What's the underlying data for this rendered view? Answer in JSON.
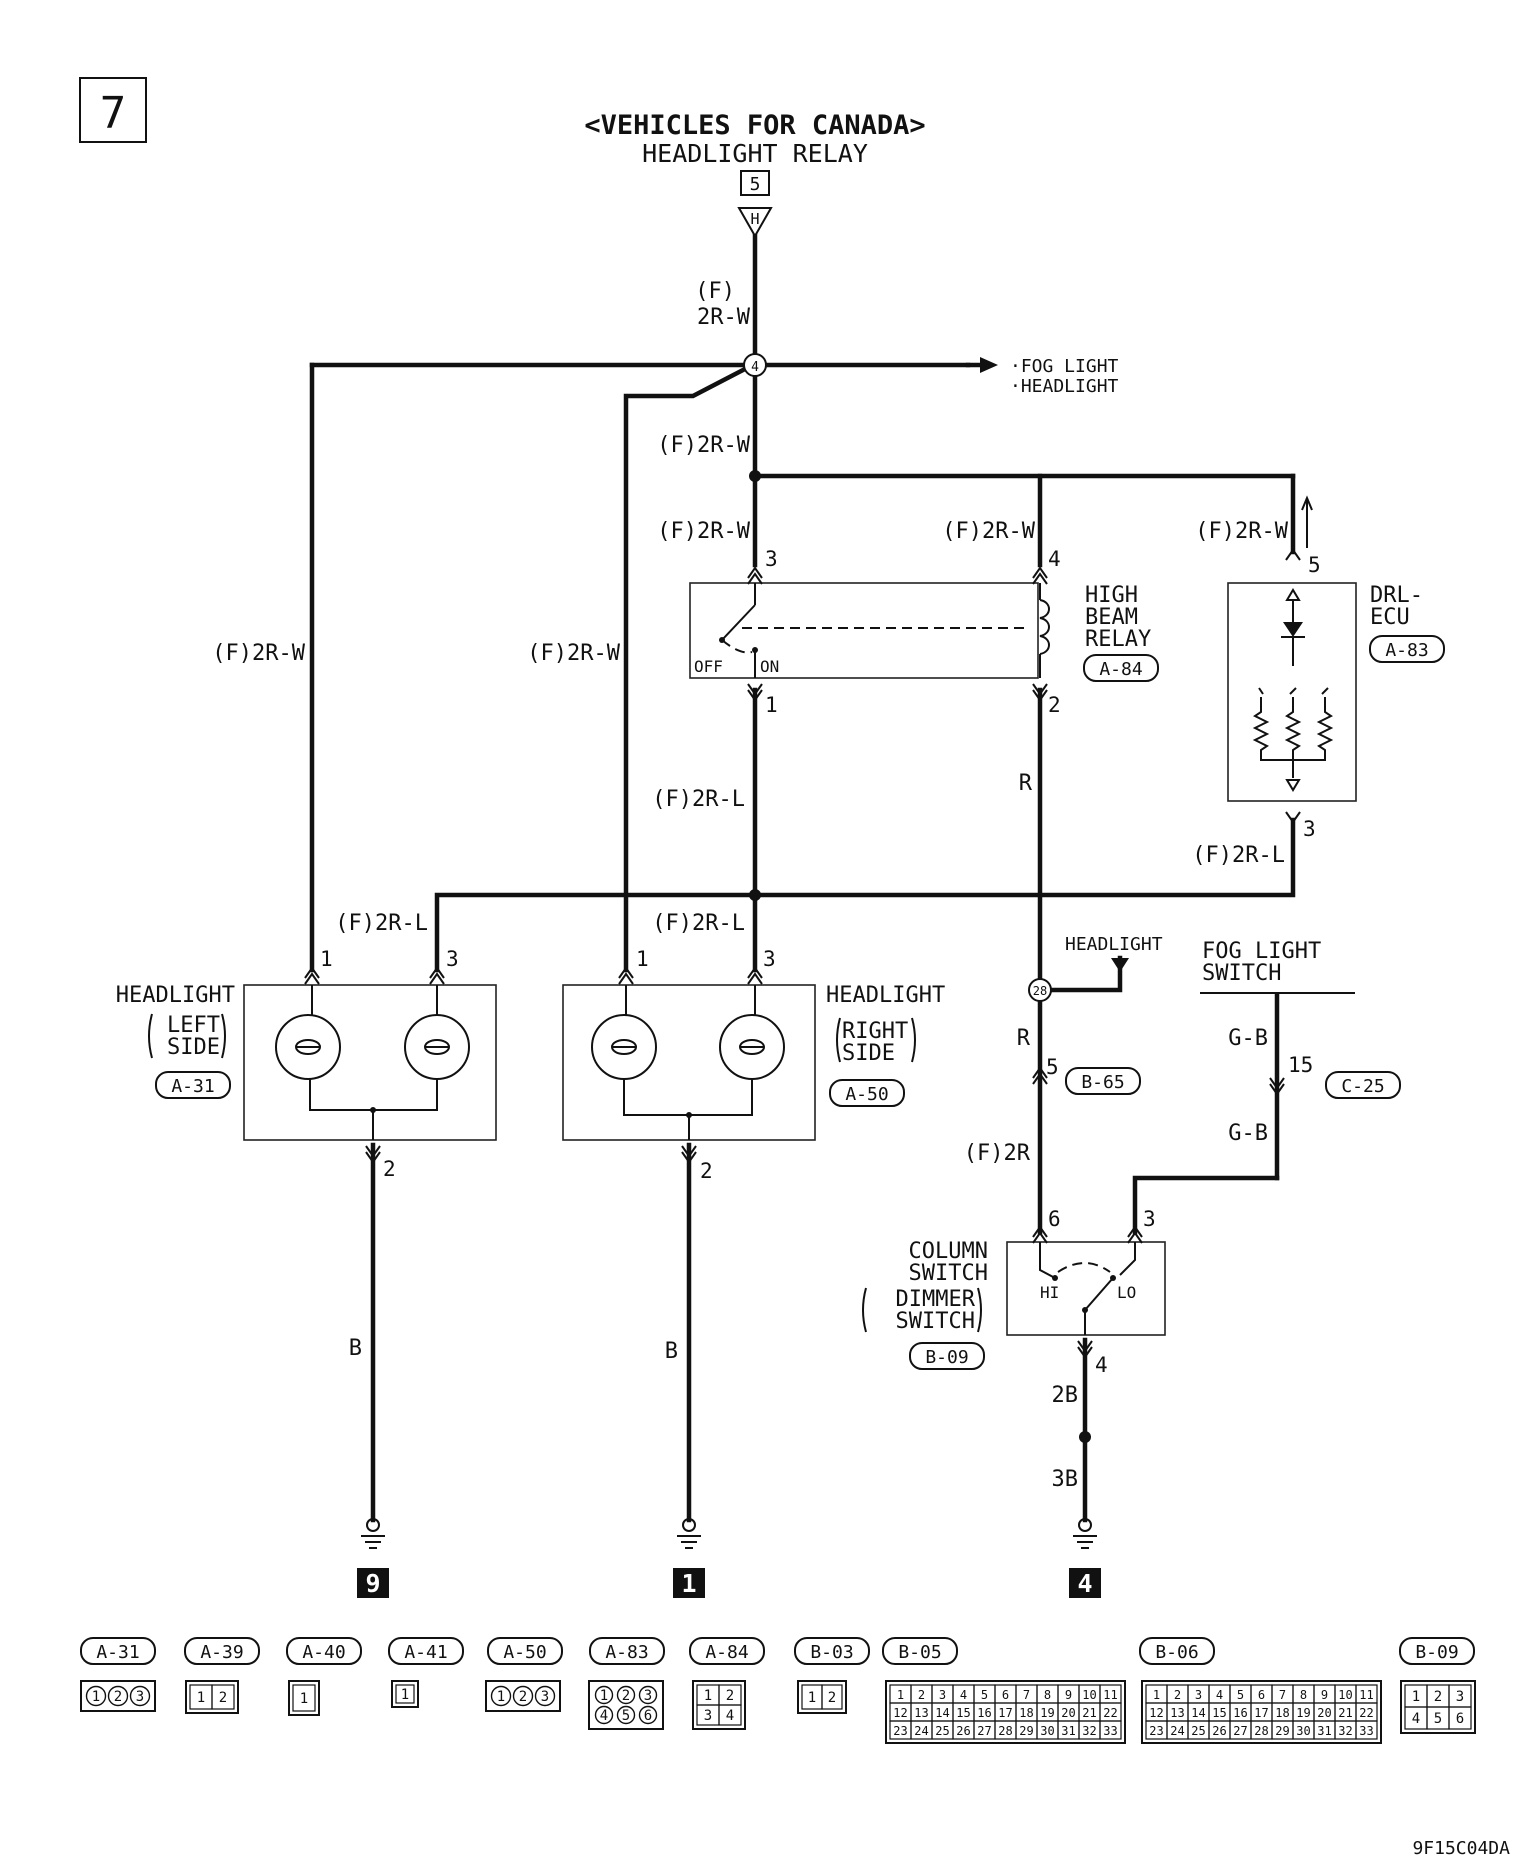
{
  "page_number": "7",
  "title": "<VEHICLES FOR CANADA>",
  "subtitle": "HEADLIGHT RELAY",
  "source_ref": "5",
  "source_connector": "H",
  "footer_code": "9F15C04DA",
  "wires": {
    "top": "(F)",
    "top2": "2R-W",
    "branch_left": "(F)2R-W",
    "branch_mid": "(F)2R-W",
    "main_upper": "(F)2R-W",
    "main_relay3": "(F)2R-W",
    "relay4": "(F)2R-W",
    "drl5": "(F)2R-W",
    "relay1_down": "(F)2R-L",
    "relay2_down": "R",
    "drl3": "(F)2R-L",
    "left_pin3": "(F)2R-L",
    "right_pin3": "(F)2R-L",
    "junction28_down": "R",
    "b65_down": "(F)2R",
    "fog_up": "G-B",
    "fog_down": "G-B",
    "col4_upper": "2B",
    "col4_lower": "3B",
    "left_ground": "B",
    "right_ground": "B"
  },
  "junctions": {
    "j4": "4",
    "j28": "28"
  },
  "arrow_targets": [
    "·FOG LIGHT",
    "·HEADLIGHT"
  ],
  "components": {
    "high_beam_relay": {
      "line1": "HIGH",
      "line2": "BEAM",
      "line3": "RELAY",
      "code": "A-84",
      "off": "OFF",
      "on": "ON",
      "pins": [
        "3",
        "4",
        "1",
        "2"
      ]
    },
    "drl_ecu": {
      "line1": "DRL-",
      "line2": "ECU",
      "code": "A-83",
      "pins": [
        "5",
        "3"
      ]
    },
    "headlight_left": {
      "line1": "HEADLIGHT",
      "line2": "LEFT",
      "line3": "SIDE",
      "code": "A-31",
      "pins": [
        "1",
        "3",
        "2"
      ]
    },
    "headlight_right": {
      "line1": "HEADLIGHT",
      "line2": "RIGHT",
      "line3": "SIDE",
      "code": "A-50",
      "pins": [
        "1",
        "3",
        "2"
      ]
    },
    "headlight_tap": "HEADLIGHT",
    "fog_switch": {
      "line1": "FOG LIGHT",
      "line2": "SWITCH",
      "pin": "15",
      "code": "C-25"
    },
    "b65": {
      "pin": "5",
      "code": "B-65"
    },
    "column_switch": {
      "line1": "COLUMN",
      "line2": "SWITCH",
      "line3": "DIMMER",
      "line4": "SWITCH",
      "code": "B-09",
      "hi": "HI",
      "lo": "LO",
      "pins": [
        "6",
        "3",
        "4"
      ]
    }
  },
  "grounds": [
    "9",
    "1",
    "4"
  ],
  "connectors": [
    {
      "code": "A-31",
      "cells": [
        "1",
        "2",
        "3"
      ]
    },
    {
      "code": "A-39",
      "cells": [
        "1",
        "2"
      ]
    },
    {
      "code": "A-40",
      "cells": [
        "1"
      ]
    },
    {
      "code": "A-41",
      "cells": [
        "1"
      ]
    },
    {
      "code": "A-50",
      "cells": [
        "1",
        "2",
        "3"
      ]
    },
    {
      "code": "A-83",
      "cells": [
        "1",
        "2",
        "3",
        "4",
        "5",
        "6"
      ]
    },
    {
      "code": "A-84",
      "cells": [
        "1",
        "2",
        "3",
        "4"
      ]
    },
    {
      "code": "B-03",
      "cells": [
        "1",
        "2"
      ]
    },
    {
      "code": "B-05",
      "cells": [
        "1",
        "2",
        "3",
        "4",
        "5",
        "6",
        "7",
        "8",
        "9",
        "10",
        "11",
        "12",
        "13",
        "14",
        "15",
        "16",
        "17",
        "18",
        "19",
        "20",
        "21",
        "22",
        "23",
        "24",
        "25",
        "26",
        "27",
        "28",
        "29",
        "30",
        "31",
        "32",
        "33"
      ]
    },
    {
      "code": "B-06",
      "cells": [
        "1",
        "2",
        "3",
        "4",
        "5",
        "6",
        "7",
        "8",
        "9",
        "10",
        "11",
        "12",
        "13",
        "14",
        "15",
        "16",
        "17",
        "18",
        "19",
        "20",
        "21",
        "22",
        "23",
        "24",
        "25",
        "26",
        "27",
        "28",
        "29",
        "30",
        "31",
        "32",
        "33"
      ]
    },
    {
      "code": "B-09",
      "cells": [
        "1",
        "2",
        "3",
        "4",
        "5",
        "6"
      ]
    }
  ]
}
